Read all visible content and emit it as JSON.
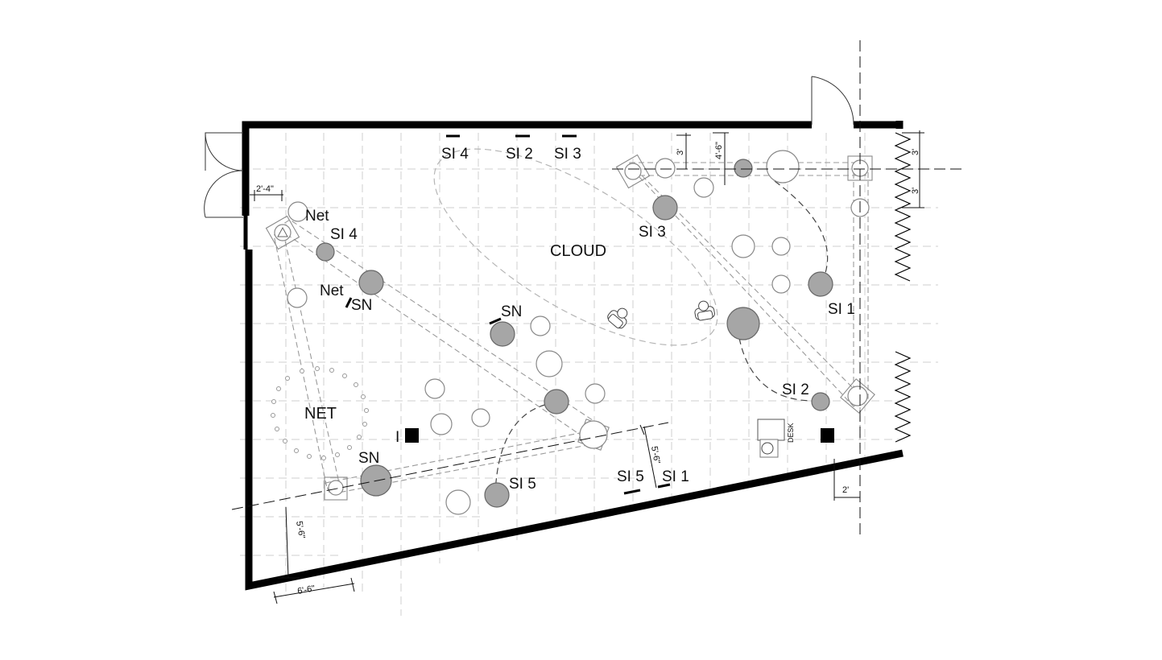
{
  "labels": {
    "top_si4": "SI 4",
    "top_si2": "SI 2",
    "top_si3": "SI 3",
    "cloud": "CLOUD",
    "net_top": "Net",
    "si4_left": "SI 4",
    "net_mid": "Net",
    "sn_mid_left": "SN",
    "sn_center": "SN",
    "si3_right": "SI 3",
    "si1_right": "SI 1",
    "si2_right": "SI 2",
    "net_big": "NET",
    "sn_bottom": "SN",
    "si5_center": "SI 5",
    "si5_wall": "SI 5",
    "si1_wall": "SI 1",
    "desk": "DESK",
    "column_mark": "I"
  },
  "dimensions": {
    "d_2_4": "2'-4\"",
    "d_3_a": "3'",
    "d_4_6": "4'-6\"",
    "d_3_b": "3'",
    "d_3_c": "3'",
    "d_5_6_right": "5'-6\"",
    "d_5_6_left": "5'-6\"",
    "d_6_6": "6'-6\"",
    "d_2": "2'"
  },
  "colors": {
    "wall": "#000000",
    "filled_fixture": "#a6a6a6",
    "grid": "#cfcfcf",
    "track": "#9a9a9a"
  }
}
